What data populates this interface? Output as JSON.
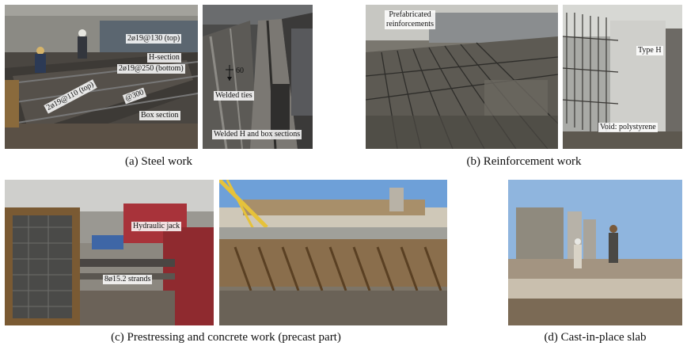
{
  "panels": {
    "a": {
      "caption": "(a) Steel work",
      "photo1_labels": {
        "top": "2ø19@130 (top)",
        "hsec": "H-section",
        "bottom": "2ø19@250 (bottom)",
        "spacing": "@300",
        "top2": "2ø19@110 (top)",
        "box": "Box section"
      },
      "photo2_labels": {
        "dim": "60",
        "ties": "Welded ties",
        "sections": "Welded H and box sections"
      }
    },
    "b": {
      "caption": "(b) Reinforcement work",
      "photo1_labels": {
        "prefab": "Prefabricated\nreinforcements"
      },
      "photo2_labels": {
        "type": "Type H",
        "void": "Void: polystyrene"
      }
    },
    "c": {
      "caption": "(c) Prestressing and concrete work (precast part)",
      "photo1_labels": {
        "jack": "Hydraulic jack",
        "strands": "8ø15.2 strands"
      }
    },
    "d": {
      "caption": "(d) Cast-in-place slab"
    }
  }
}
